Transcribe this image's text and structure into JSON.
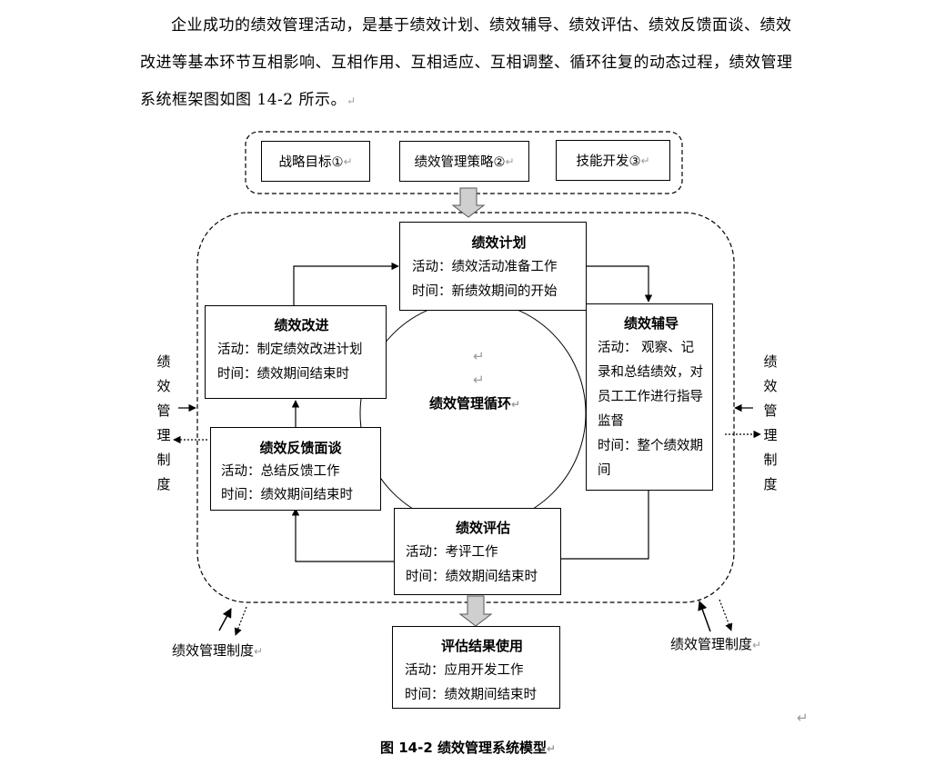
{
  "intro_paragraph": "企业成功的绩效管理活动，是基于绩效计划、绩效辅导、绩效评估、绩效反馈面谈、绩效改进等基本环节互相影响、互相作用、互相适应、互相调整、循环往复的动态过程，绩效管理系统框架图如图 14-2 所示。",
  "paragraph_mark": "↵",
  "top_inputs": [
    "战略目标①",
    "绩效管理策略②",
    "技能开发③"
  ],
  "cycle_center": "绩效管理循环",
  "stages": {
    "plan": {
      "title": "绩效计划",
      "activity": "活动：绩效活动准备工作",
      "time": "时间：新绩效期间的开始"
    },
    "coaching": {
      "title": "绩效辅导",
      "activity": "活动：  观察、记录和总结绩效，对员工工作进行指导监督",
      "time": "时间：整个绩效期间"
    },
    "evaluate": {
      "title": "绩效评估",
      "activity": "活动：考评工作",
      "time": "时间：绩效期间结束时"
    },
    "feedback": {
      "title": "绩效反馈面谈",
      "activity": "活动：总结反馈工作",
      "time": "时间：绩效期间结束时"
    },
    "improve": {
      "title": "绩效改进",
      "activity": "活动：制定绩效改进计划",
      "time": "时间：绩效期间结束时"
    },
    "result": {
      "title": "评估结果使用",
      "activity": "活动：应用开发工作",
      "time": "时间：绩效期间结束时"
    }
  },
  "side_label_vertical": [
    "绩",
    "效",
    "管",
    "理",
    "制",
    "度"
  ],
  "corner_label": "绩效管理制度",
  "figure_caption": "图 14-2  绩效管理系统模型"
}
